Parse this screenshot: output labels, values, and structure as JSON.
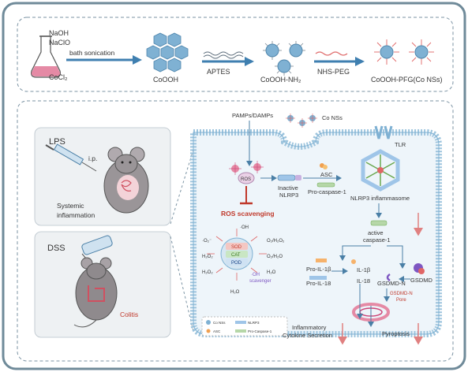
{
  "synthesis": {
    "reagents": [
      "NaOH",
      "NaClO"
    ],
    "precursor": "CoCl₂",
    "step1": "bath sonication",
    "product1": "CoOOH",
    "step2": "APTES",
    "product2": "CoOOH-NH₂",
    "step3": "NHS-PEG",
    "product3": "CoOOH-PFG(Co NSs)"
  },
  "models": {
    "lps": {
      "title": "LPS",
      "route": "i.p.",
      "outcome": "Systemic inflammation"
    },
    "dss": {
      "title": "DSS",
      "outcome": "Colitis"
    }
  },
  "cell": {
    "pamps": "PAMPs/DAMPs",
    "co_ns": "Co NSs",
    "tlr": "TLR",
    "ros": "ROS",
    "ros_scavenging": "ROS scavenging",
    "inactive_nlrp3": [
      "Inactive",
      "NLRP3"
    ],
    "asc": "ASC",
    "pro_caspase": "Pro-caspase-1",
    "inflammasome": "NLRP3 inflammasome",
    "active_caspase": [
      "active",
      "caspase-1"
    ],
    "pro_il1b": "Pro-IL-1β",
    "pro_il18": "Pro-IL-18",
    "il1b": "IL-1β",
    "il18": "IL-18",
    "gsdmd_n": "GSDMD-N",
    "gsdmd": "GSDMD",
    "pore": [
      "GSDMD-N",
      "Pore"
    ],
    "secretion": [
      "Inflammatory",
      "Cytokine Secretion"
    ],
    "pyroptosis": "Pyroptosis"
  },
  "nanozyme": {
    "oh_top": "·OH",
    "o2_minus": "·O₂⁻",
    "o2_h2o2": "O₂/H₂O₂",
    "h2o2_left1": "H₂O₂",
    "h2o2_left2": "H₂O₂",
    "o2_h2o": "O₂/H₂O",
    "h2o_right": "H₂O",
    "h2o_bottom": "H₂O",
    "sod": "SOD",
    "cat": "CAT",
    "pod": "POD",
    "oh_scavenger": [
      "·OH",
      "scavenger"
    ]
  },
  "legend": {
    "co_ns": "Co NSs",
    "nlrp3": "NLRP3",
    "asc": "ASC",
    "pro_caspase": "Pro-Caspase-1"
  },
  "colors": {
    "frame": "#6f8a99",
    "membrane": "#9dc4dd",
    "cell_fill": "#eef5fa",
    "accent_red": "#c0392b",
    "spike_red": "#e06666",
    "hex_blue": "#7fb1d3",
    "panel_bg": "#eef1f3"
  }
}
